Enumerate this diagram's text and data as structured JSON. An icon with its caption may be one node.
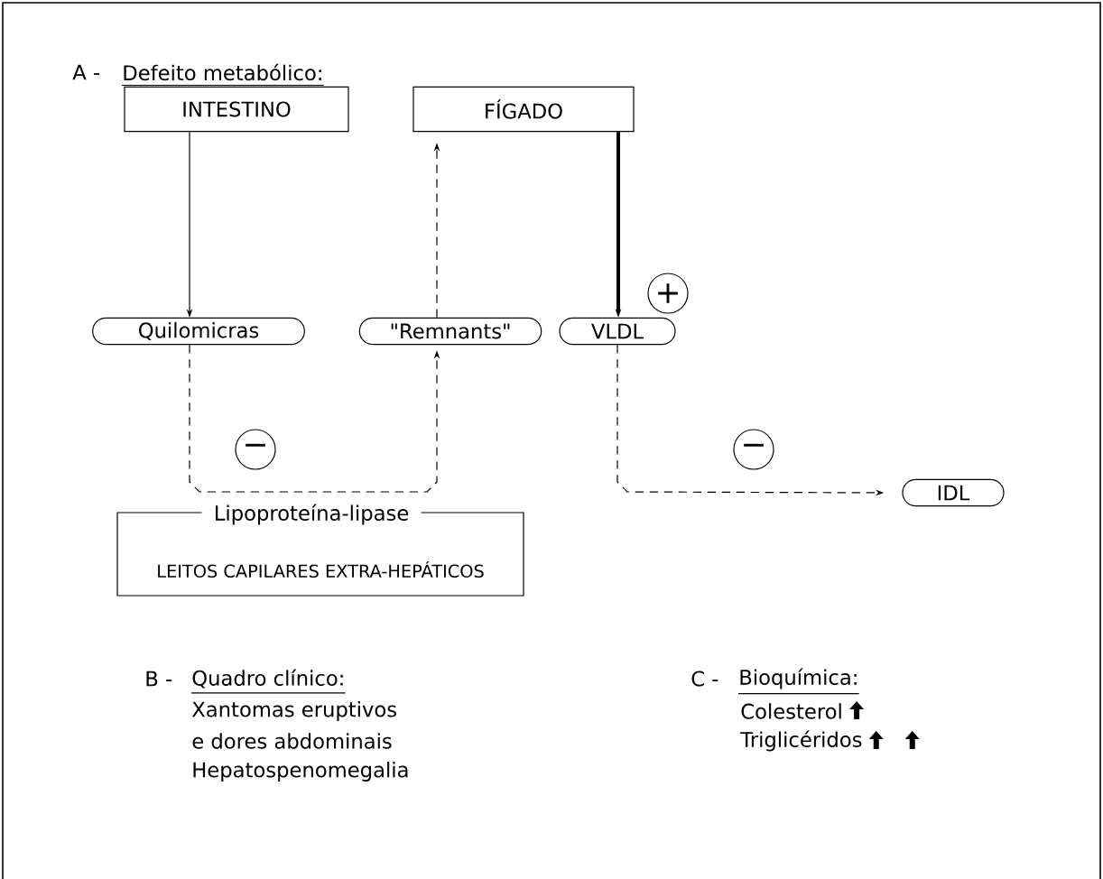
{
  "diagram": {
    "nodes": [
      {
        "text": [
          "INTESTINO"
        ]
      },
      {
        "text": [
          "FÍGADO"
        ]
      },
      {
        "text": [
          "Quilomicras"
        ]
      },
      {
        "text": [
          "\"Remnants\""
        ]
      },
      {
        "text": [
          "VLDL"
        ]
      },
      {
        "text": [
          "IDL"
        ]
      },
      {
        "text": [
          "Lipoproteína-lipase",
          "LEITOS CAPILARES EXTRA-HEPÁTICOS"
        ]
      }
    ],
    "edges": [
      {
        "from": 0,
        "to": 2,
        "arrow": "to"
      },
      {
        "from": 3,
        "to": 1,
        "arrow": "to",
        "style": "dashed"
      },
      {
        "from": 1,
        "to": 4,
        "arrow": "to",
        "style": "thick",
        "label": "+"
      },
      {
        "from": 2,
        "to": 3,
        "arrow": "to",
        "style": "dashed",
        "label": "−"
      },
      {
        "from": 4,
        "to": 5,
        "arrow": "to",
        "style": "dashed",
        "label": "−"
      }
    ],
    "labels": [
      "A -",
      "Defeito metabólico:",
      "B -",
      "Quadro clínico:",
      "Xantomas eruptivos",
      "e dores abdominais",
      "Hepatospenomegalia",
      "C -",
      "Bioquímica:",
      "Colesterol",
      "Triglicéridos"
    ]
  }
}
